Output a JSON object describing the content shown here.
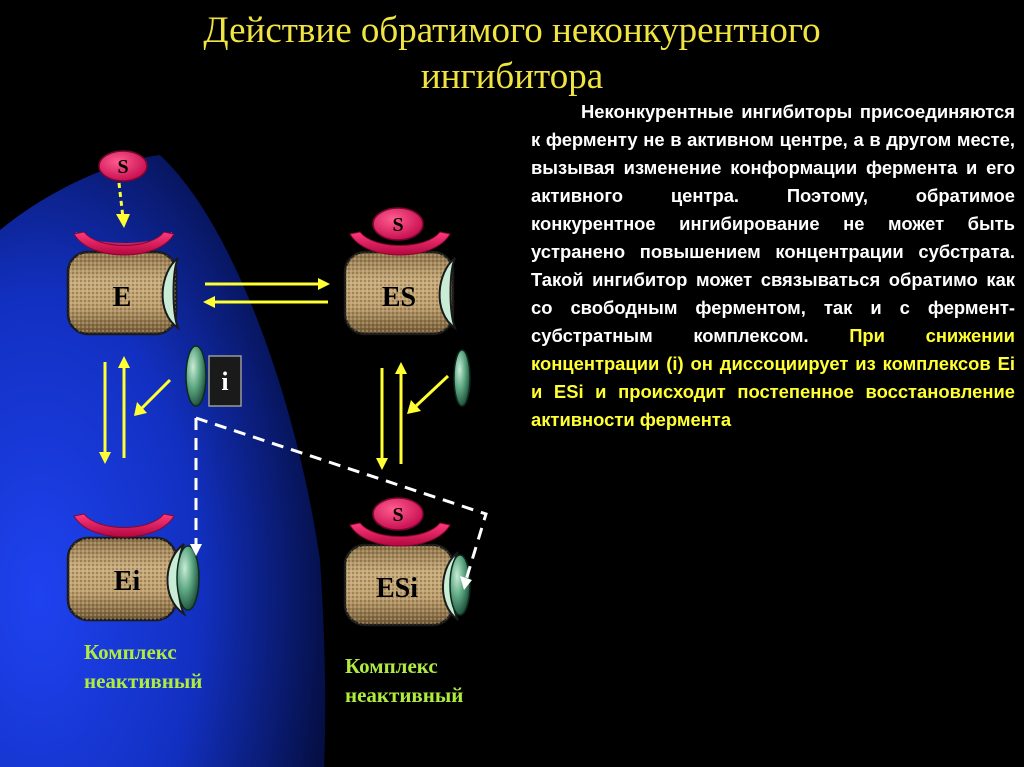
{
  "title": {
    "line1": "Действие обратимого неконкурентного",
    "line2": "ингибитора"
  },
  "description": {
    "main": "Неконкурентные ингибиторы присоединяются к ферменту не в активном центре, а в другом месте, вызывая изменение конформации фермента и его активного центра. Поэтому, обратимое конкурентное ингибирование не может быть устранено повышением концентрации субстрата. Такой ингибитор может связываться обратимо как со свободным ферментом, так и с фермент-субстратным комплексом.",
    "highlight": "При снижении концентрации (i) он диссоциирует из комплексов Ei и ESi и происходит постепенное восстановление активности фермента"
  },
  "diagram": {
    "substrate_label": "S",
    "inhibitor_label": "i",
    "enzyme_labels": {
      "e": "E",
      "es": "ES",
      "ei": "Ei",
      "esi": "ESi"
    },
    "caption_ei": {
      "line1": "Комплекс",
      "line2": "неактивный"
    },
    "caption_esi": {
      "line1": "Комплекс",
      "line2": "неактивный"
    }
  },
  "colors": {
    "background": "#000000",
    "blue_region": "#0f2fd0",
    "title": "#f0e442",
    "description_text": "#ffffff",
    "highlight_text": "#ffff33",
    "caption": "#b0ec40",
    "arrow": "#ffff33",
    "substrate": "#e8155f",
    "enzyme_body": "#b89c6e",
    "inhibitor": "#2e6e54"
  }
}
